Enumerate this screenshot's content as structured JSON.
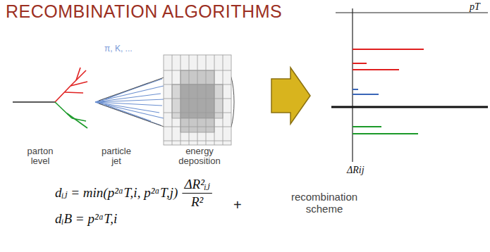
{
  "diagram": {
    "title": "RECOMBINATION ALGORITHMS",
    "labels": [
      "π, K, ...",
      "parton level",
      "particle jet",
      "energy deposition",
      "pT",
      "ΔRij",
      "dᵢⱼ = min(p²ᵅT,i, p²ᵅT,j)",
      "ΔR²ᵢⱼ",
      "R²",
      "dᵢB = p²ᵅT,i",
      "+",
      "recombination scheme"
    ]
  }
}
